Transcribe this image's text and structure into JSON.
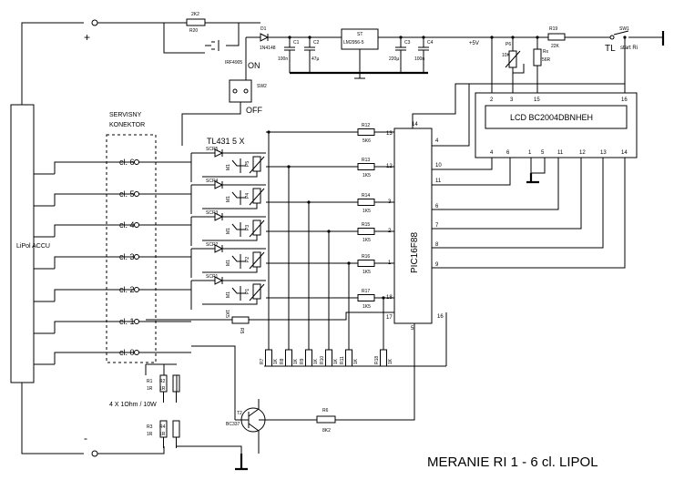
{
  "title": "MERANIE RI  1 - 6 cl. LIPOL",
  "battery": {
    "label": "LiPol  ACCU",
    "plus": "+",
    "minus": "-"
  },
  "connector": {
    "label1": "SERVISNY",
    "label2": "KONEKTOR",
    "cells": [
      "cl. 6",
      "cl. 5",
      "cl. 4",
      "cl. 3",
      "cl. 2",
      "cl. 1",
      "cl. 0"
    ]
  },
  "switch": {
    "on": "ON",
    "off": "OFF",
    "ref": "SW2"
  },
  "top_parts": {
    "r20": [
      "2K2",
      "R20"
    ],
    "mosfet": "IRF4905",
    "diode": [
      "D1",
      "1N4148"
    ],
    "c1": [
      "C1",
      "100n"
    ],
    "c2": [
      "C2",
      "47µ"
    ],
    "reg": [
      "ST",
      "LM2956-5"
    ],
    "c3": [
      "C3",
      "220µ"
    ],
    "c4": [
      "C4",
      "100n"
    ],
    "vcc": "+5V",
    "p6": [
      "P6",
      "10K"
    ],
    "rx": [
      "Rx",
      "56R"
    ],
    "r19": [
      "R19",
      "22K"
    ],
    "sw1": "SW1",
    "tl": "TL",
    "start": "start Ri"
  },
  "lcd": {
    "name": "LCD BC2004DBNHEH",
    "pins_top": [
      "2",
      "3",
      "15",
      "16"
    ],
    "pins_bottom": [
      "4",
      "6",
      "1",
      "5",
      "11",
      "12",
      "13",
      "14"
    ]
  },
  "pic": {
    "name": "PIC16F88",
    "left_pins": [
      "13",
      "12",
      "3",
      "2",
      "1",
      "18",
      "17"
    ],
    "right_pins": [
      "4",
      "10",
      "11",
      "6",
      "7",
      "8",
      "9"
    ],
    "top_pin": "14",
    "bottom_pins": [
      "5",
      "16"
    ]
  },
  "regs": {
    "label": "TL431 5 X",
    "scr": [
      "SCR5",
      "SCR4",
      "SCR3",
      "SCR2",
      "SCR1"
    ],
    "pots": [
      "P5",
      "P4",
      "P3",
      "P2",
      "P1"
    ],
    "m": [
      "M1",
      "M1",
      "M1",
      "M1",
      "M1"
    ]
  },
  "series_r": [
    [
      "R12",
      "5K6"
    ],
    [
      "R13",
      "1K5"
    ],
    [
      "R14",
      "1K5"
    ],
    [
      "R15",
      "1K5"
    ],
    [
      "R16",
      "1K5"
    ],
    [
      "R17",
      "1K5"
    ]
  ],
  "r5": [
    "R5",
    "1K5"
  ],
  "pull_r": [
    [
      "R7",
      "1K"
    ],
    [
      "R8",
      "1K"
    ],
    [
      "R9",
      "1K"
    ],
    [
      "R10",
      "1K"
    ],
    [
      "R11",
      "1K"
    ],
    [
      "R18",
      "1K"
    ]
  ],
  "load": {
    "label": "4 X 1Ohm /  10W",
    "refs": [
      [
        "R1",
        "1R"
      ],
      [
        "R2",
        "1R"
      ],
      [
        "R3",
        "1R"
      ],
      [
        "R4",
        "1R"
      ]
    ]
  },
  "transistor": {
    "ref": "T2",
    "type": "BC337"
  },
  "r6": [
    "R6",
    "8K2"
  ]
}
